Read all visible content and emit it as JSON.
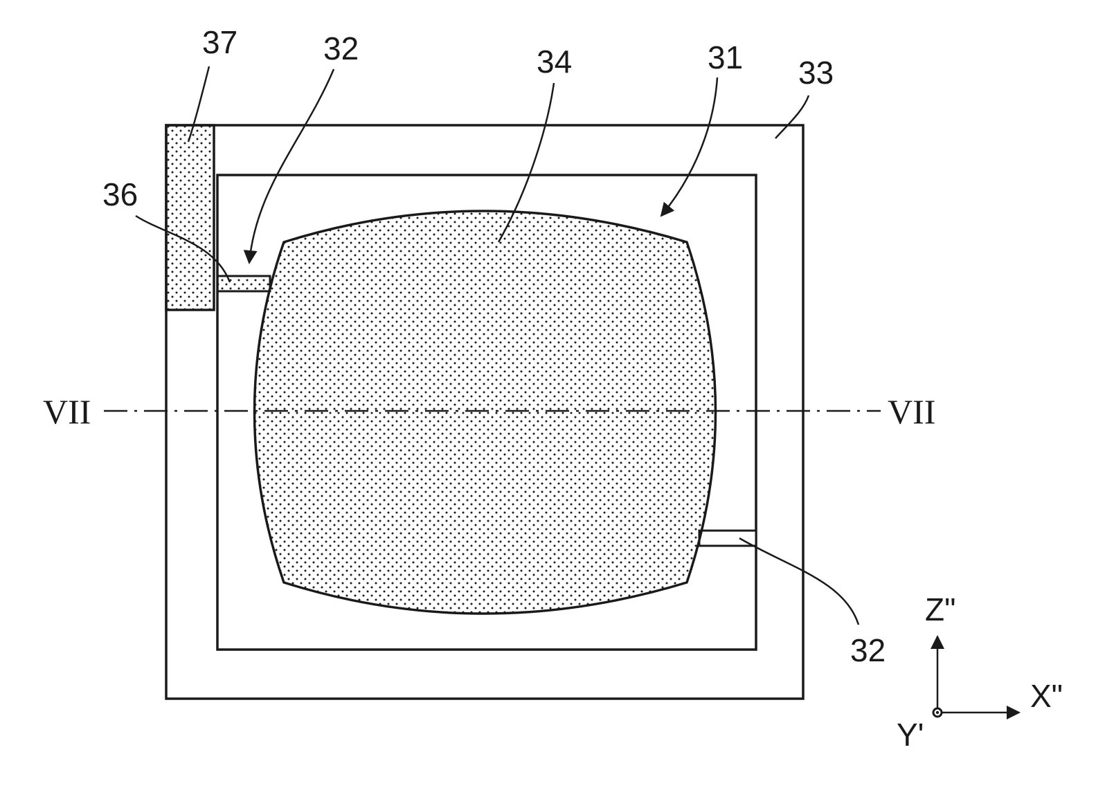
{
  "figure": {
    "reference_numerals": {
      "element_37": "37",
      "element_32_upper": "32",
      "element_34": "34",
      "element_31": "31",
      "element_33": "33",
      "element_36": "36",
      "element_32_lower": "32"
    },
    "section_line": {
      "left_label": "VII",
      "right_label": "VII"
    },
    "axes": {
      "vertical": "Z\"",
      "horizontal": "X\"",
      "normal": "Y'"
    }
  },
  "colors": {
    "line": "#1a1a1a",
    "dots": "#1a1a1a",
    "background": "#ffffff"
  }
}
